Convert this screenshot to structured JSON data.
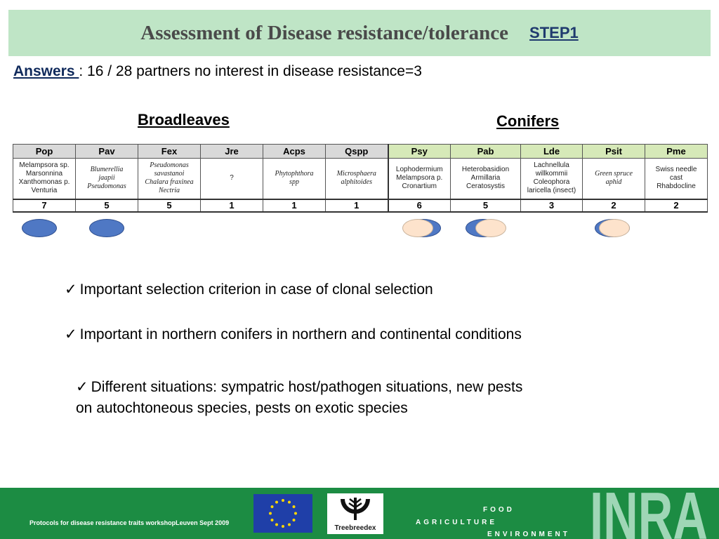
{
  "title": {
    "main": "Assessment of Disease resistance/tolerance",
    "step": "STEP1"
  },
  "answers": {
    "label": "Answers ",
    "text": ": 16 / 28 partners   no interest in disease resistance=3"
  },
  "groups": {
    "broadleaves": "Broadleaves",
    "conifers": "Conifers"
  },
  "table": {
    "headers": [
      "Pop",
      "Pav",
      "Fex",
      "Jre",
      "Acps",
      "Qspp",
      "Psy",
      "Pab",
      "Lde",
      "Psit",
      "Pme"
    ],
    "diseases": [
      [
        "Melampsora sp.",
        "Marsonnina",
        "Xanthomonas p.",
        "Venturia"
      ],
      [
        "Blumerellia",
        "jaapii",
        "Pseudomonas"
      ],
      [
        "Pseudomonas",
        "savastanoi",
        "Chalara fraxinea",
        "Nectria"
      ],
      [
        "?"
      ],
      [
        "Phytophthora",
        "spp"
      ],
      [
        "Microsphaera",
        "alphitoides"
      ],
      [
        "Lophodermium",
        "Melampsora p.",
        "Cronartium"
      ],
      [
        "Heterobasidion",
        "Armillaria",
        "Ceratosystis"
      ],
      [
        "Lachnellula",
        "willkommii",
        "Coleophora",
        "laricella (insect)"
      ],
      [
        "Green spruce",
        "aphid"
      ],
      [
        "Swiss needle",
        "cast",
        "Rhabdocline"
      ]
    ],
    "counts": [
      "7",
      "5",
      "5",
      "1",
      "1",
      "1",
      "6",
      "5",
      "3",
      "2",
      "2"
    ]
  },
  "bullets": [
    "Important selection criterion in case of clonal selection",
    "Important in northern conifers in northern and continental conditions",
    "Different situations:  sympatric host/pathogen situations, new pests",
    "on autochtoneous species, pests on exotic species"
  ],
  "footer": {
    "credit": "Protocols for disease resistance traits workshopLeuven Sept 2009",
    "treebreedex": "Treebreedex",
    "food": "FOOD",
    "agriculture": "AGRICULTURE",
    "environment": "ENVIRONMENT",
    "inra": "INRA"
  },
  "colors": {
    "title_bg": "#bfe5c6",
    "footer_bg": "#1c8c43",
    "marker_blue": "#4f78c4",
    "marker_peach": "#fde3cc"
  }
}
